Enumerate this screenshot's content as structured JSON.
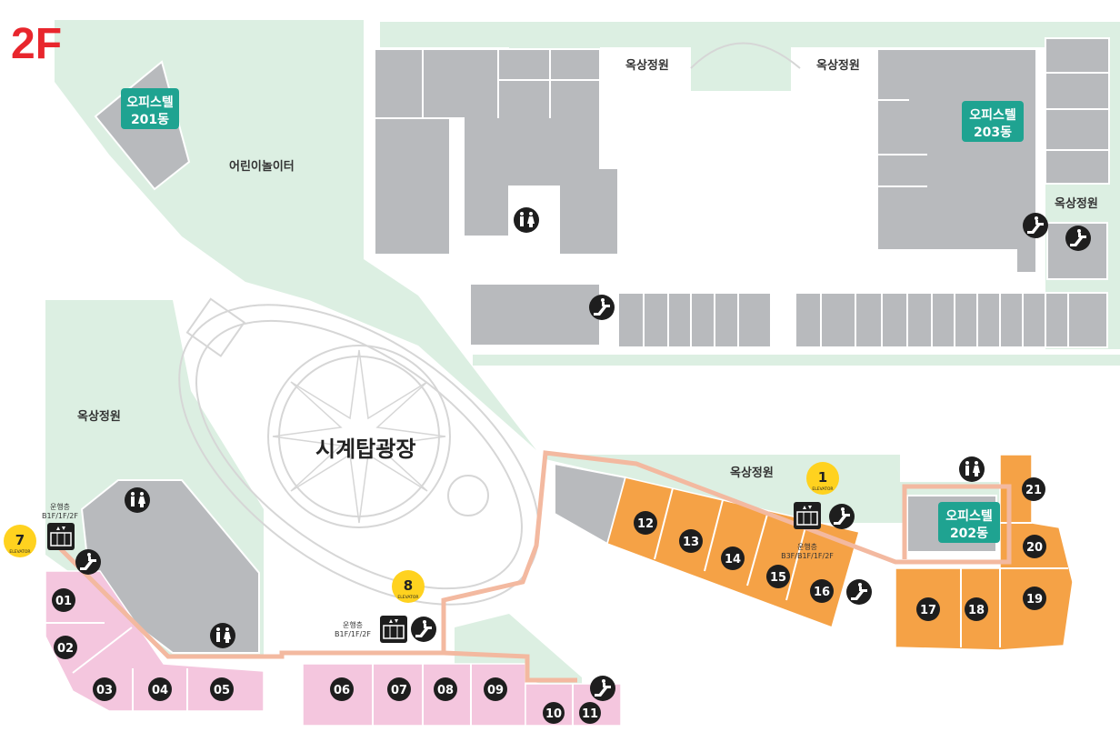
{
  "floor": "2F",
  "plaza_label": "시계탑광장",
  "playground_label": "어린이놀이터",
  "rooftop_label": "옥상정원",
  "office_label": "오피스텔",
  "buildings": [
    "201동",
    "203동",
    "202동"
  ],
  "elevator_word": "ELEVATOR",
  "elevators": [
    "1",
    "7",
    "8"
  ],
  "service_floors_label": "운행층",
  "service_floors_a": "B1F/1F/2F",
  "service_floors_b": "B3F/B1F/1F/2F",
  "icons": [
    "restroom-icon",
    "escalator-icon",
    "elevator-icon"
  ],
  "units": {
    "pink": [
      "01",
      "02",
      "03",
      "04",
      "05",
      "06",
      "07",
      "08",
      "09",
      "10",
      "11"
    ],
    "orange": [
      "12",
      "13",
      "14",
      "15",
      "16",
      "17",
      "18",
      "19",
      "20",
      "21"
    ]
  },
  "colors": {
    "floor_badge": "#e8262d",
    "garden": "#dcefe2",
    "building": "#b8babd",
    "office_badge": "#1fa391",
    "pink_unit": "#f4c6de",
    "orange_unit": "#f5a246",
    "walkway": "#f3b9a0",
    "elevator_badge": "#ffd21f"
  }
}
